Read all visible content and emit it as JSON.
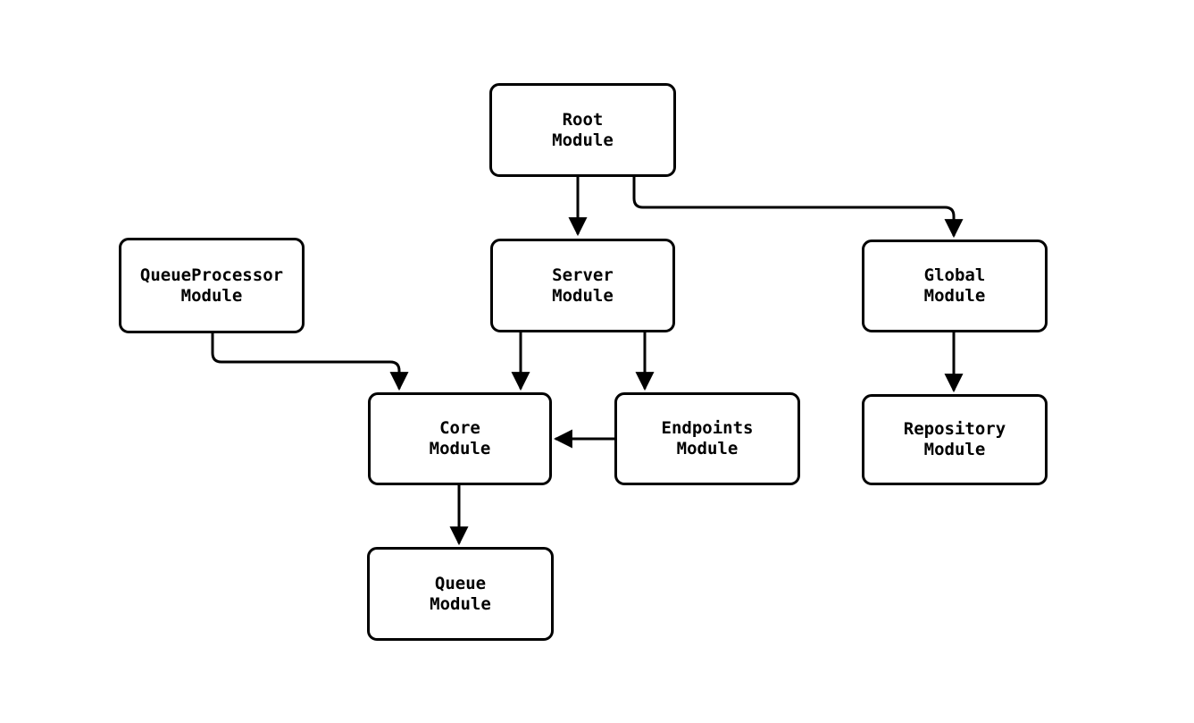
{
  "diagram": {
    "type": "module-dependency-flowchart",
    "colors": {
      "stroke": "#000000",
      "node_fill": "#ffffff",
      "background": "#ffffff",
      "text": "#000000"
    },
    "nodes": {
      "root": {
        "line1": "Root",
        "line2": "Module"
      },
      "queue_processor": {
        "line1": "QueueProcessor",
        "line2": "Module"
      },
      "server": {
        "line1": "Server",
        "line2": "Module"
      },
      "global": {
        "line1": "Global",
        "line2": "Module"
      },
      "core": {
        "line1": "Core",
        "line2": "Module"
      },
      "endpoints": {
        "line1": "Endpoints",
        "line2": "Module"
      },
      "repository": {
        "line1": "Repository",
        "line2": "Module"
      },
      "queue": {
        "line1": "Queue",
        "line2": "Module"
      }
    },
    "edges": [
      {
        "from": "Root Module",
        "to": "Server Module"
      },
      {
        "from": "Root Module",
        "to": "Global Module"
      },
      {
        "from": "QueueProcessor Module",
        "to": "Core Module"
      },
      {
        "from": "Server Module",
        "to": "Core Module"
      },
      {
        "from": "Server Module",
        "to": "Endpoints Module"
      },
      {
        "from": "Endpoints Module",
        "to": "Core Module"
      },
      {
        "from": "Global Module",
        "to": "Repository Module"
      },
      {
        "from": "Core Module",
        "to": "Queue Module"
      }
    ]
  }
}
